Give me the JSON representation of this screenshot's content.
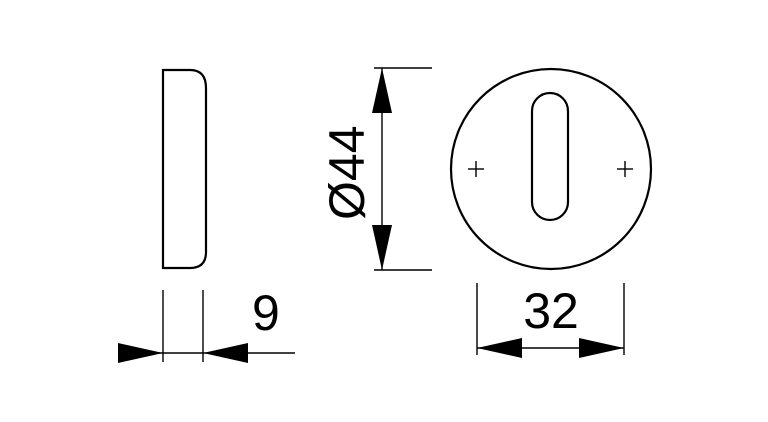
{
  "dimensions": {
    "thickness_label": "9",
    "diameter_label": "Ø44",
    "hole_spacing_label": "32"
  }
}
